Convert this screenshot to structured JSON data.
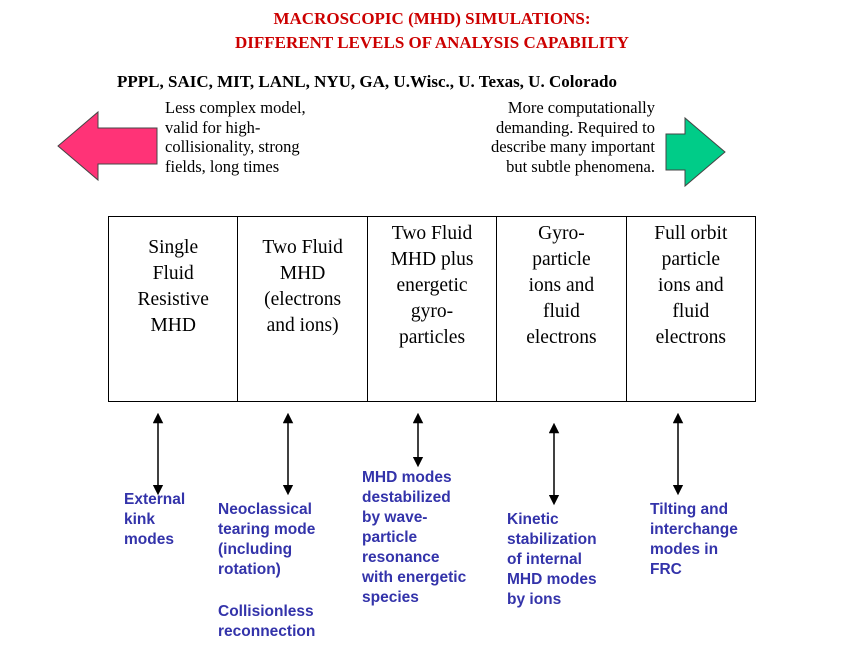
{
  "title": {
    "line1": "MACROSCOPIC (MHD) SIMULATIONS:",
    "line2": "DIFFERENT LEVELS OF ANALYSIS CAPABILITY"
  },
  "institutions": "PPPL, SAIC, MIT, LANL, NYU, GA, U.Wisc., U. Texas, U. Colorado",
  "notes": {
    "left": "Less complex model,\nvalid for high-\ncollisionality, strong\nfields, long times",
    "right": "More computationally\ndemanding.  Required to\ndescribe many important\nbut subtle phenomena."
  },
  "models": [
    {
      "label": "Single\nFluid\nResistive\nMHD"
    },
    {
      "label": "Two Fluid\nMHD\n(electrons\nand ions)"
    },
    {
      "label": "Two Fluid\nMHD plus\nenergetic\ngyro-\nparticles"
    },
    {
      "label": "Gyro-\nparticle\nions and\nfluid\nelectrons"
    },
    {
      "label": "Full orbit\nparticle\nions and\nfluid\nelectrons"
    }
  ],
  "phenomena": [
    {
      "text": "External\nkink\nmodes"
    },
    {
      "text": "Neoclassical\ntearing mode\n(including\nrotation)"
    },
    {
      "text": "Collisionless\nreconnection"
    },
    {
      "text": "MHD modes\ndestabilized\nby wave-\nparticle\nresonance\nwith energetic\nspecies"
    },
    {
      "text": "Kinetic\nstabilization\nof internal\nMHD modes\nby ions"
    },
    {
      "text": "Tilting and\ninterchange\nmodes in\nFRC"
    }
  ],
  "colors": {
    "title": "#cc0000",
    "left_arrow": "#ff3377",
    "right_arrow": "#00cc88",
    "phenomena_text": "#3333aa"
  },
  "icons": {
    "left_arrow": "arrow-left-icon",
    "right_arrow": "arrow-right-icon",
    "connector": "double-arrow-icon"
  }
}
